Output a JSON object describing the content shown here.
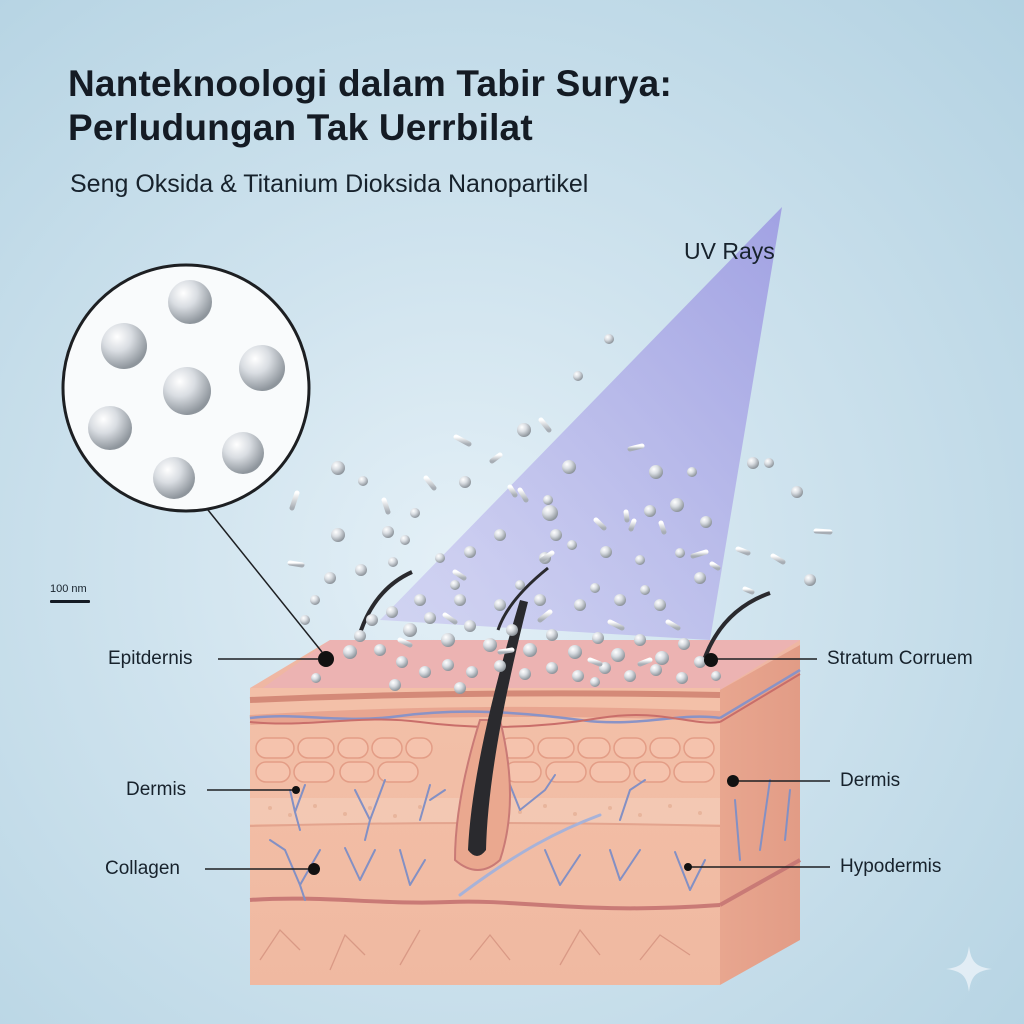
{
  "header": {
    "title_line1": "Nanteknoologi dalam Tabir Surya:",
    "title_line2": "Perludungan Tak Uerrbilat",
    "subtitle": "Seng Oksida & Titanium Dioksida Nanopartikel"
  },
  "uv": {
    "label": "UV Rays",
    "beam_color": "#a9a8e6"
  },
  "scale_bar": {
    "label": "100 nm"
  },
  "labels": {
    "left": [
      {
        "text": "Epitdernis"
      },
      {
        "text": "Dermis"
      },
      {
        "text": "Collagen"
      }
    ],
    "right": [
      {
        "text": "Stratum Corruem"
      },
      {
        "text": "Dermis"
      },
      {
        "text": "Hypodermis"
      }
    ]
  },
  "inset": {
    "description": "magnified-nanoparticle-view",
    "particle_count": 7
  },
  "colors": {
    "background": "#b3d2e2",
    "skin": "#f1b9a0",
    "skin_dark": "#d98b79",
    "vessel": "#8390c4",
    "hair": "#2a2a2e",
    "text": "#17222c"
  },
  "watermark": {
    "icon": "sparkle-icon"
  }
}
